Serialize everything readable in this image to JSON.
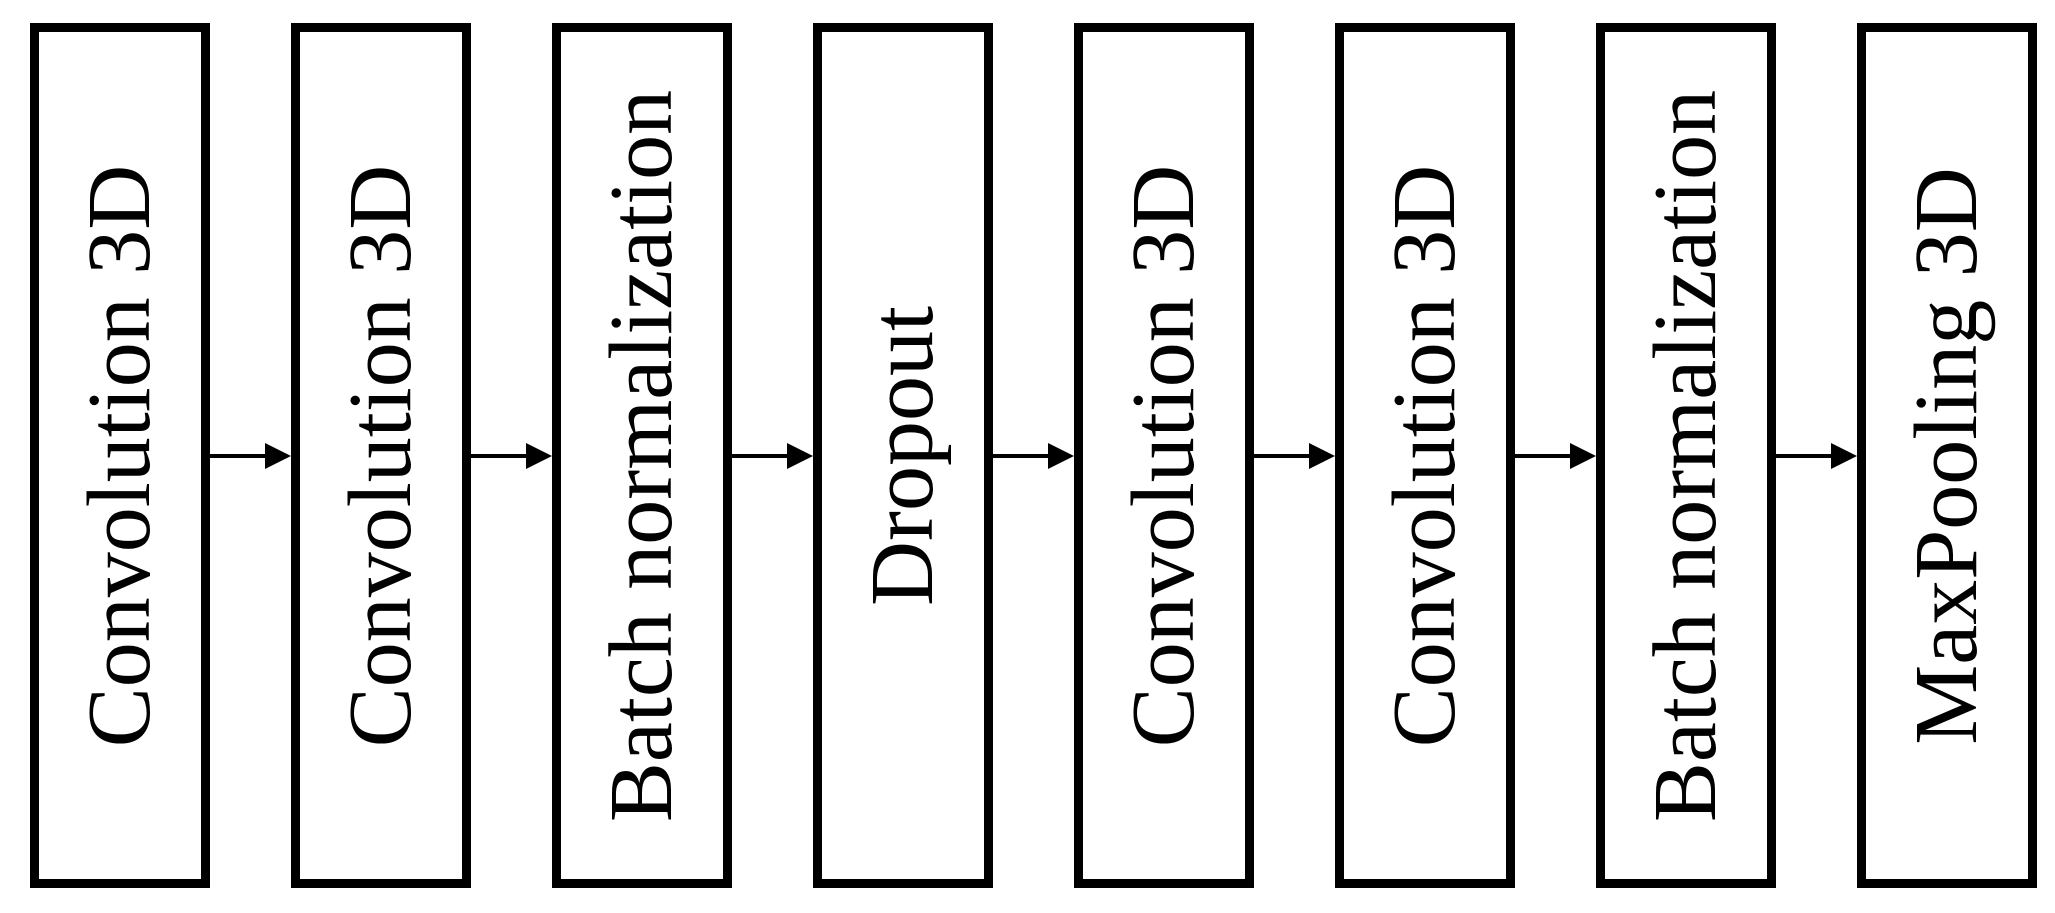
{
  "diagram": {
    "type": "flowchart",
    "direction": "left-to-right",
    "nodes": [
      {
        "label": "Convolution 3D"
      },
      {
        "label": "Convolution 3D"
      },
      {
        "label": "Batch normalization"
      },
      {
        "label": "Dropout"
      },
      {
        "label": "Convolution 3D"
      },
      {
        "label": "Convolution 3D"
      },
      {
        "label": "Batch normalization"
      },
      {
        "label": "MaxPooling 3D"
      }
    ],
    "edges": [
      {
        "from": 0,
        "to": 1
      },
      {
        "from": 1,
        "to": 2
      },
      {
        "from": 2,
        "to": 3
      },
      {
        "from": 3,
        "to": 4
      },
      {
        "from": 4,
        "to": 5
      },
      {
        "from": 5,
        "to": 6
      },
      {
        "from": 6,
        "to": 7
      }
    ],
    "colors": {
      "node_border": "#000000",
      "node_fill": "#ffffff",
      "text": "#000000",
      "arrow": "#000000",
      "background": "#ffffff"
    }
  }
}
